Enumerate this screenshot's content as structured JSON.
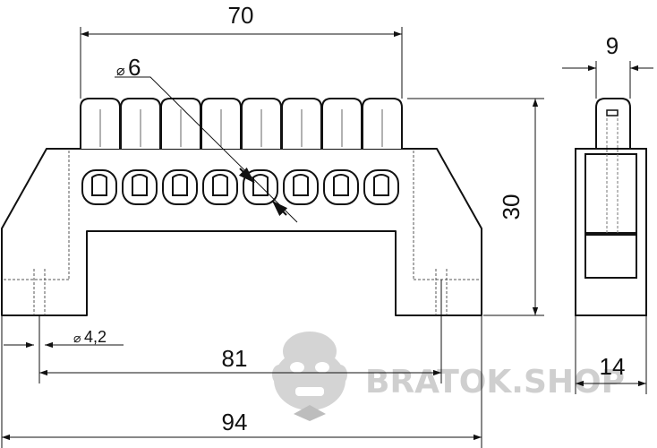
{
  "dimensions": {
    "top_width": "70",
    "hole_diameter": "6",
    "side_width": "9",
    "height": "30",
    "mount_hole_diameter": "4,2",
    "mount_spacing": "81",
    "base_depth": "14",
    "overall_length": "94"
  },
  "watermark": {
    "text": "BRATOK.SHOP",
    "icon": "gorilla-head-icon"
  },
  "colors": {
    "line": "#111111",
    "watermark": "#cfcfcf"
  }
}
